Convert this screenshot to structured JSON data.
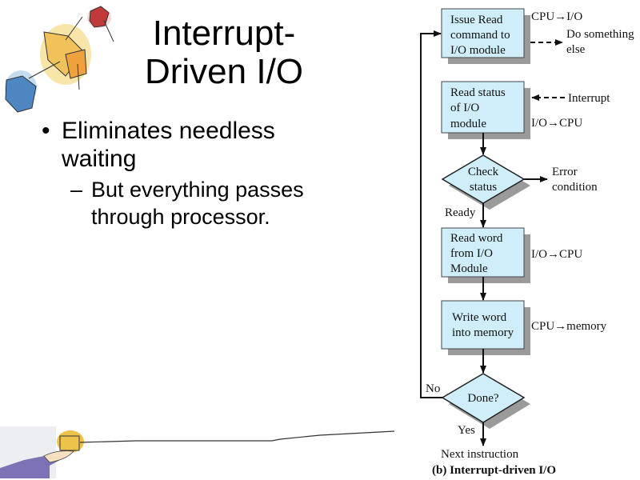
{
  "slide": {
    "title_line1": "Interrupt-",
    "title_line2": "Driven I/O",
    "bullets": [
      {
        "level": 1,
        "marker": "•",
        "text_line1": "Eliminates needless",
        "text_line2": "waiting"
      },
      {
        "level": 2,
        "marker": "–",
        "text_line1": "But everything passes",
        "text_line2": "through processor."
      }
    ]
  },
  "flowchart": {
    "fill_color": "#cfeefa",
    "shadow_color": "#9a9a9a",
    "steps": [
      {
        "lines": [
          "Issue Read",
          "command to",
          "I/O module"
        ]
      },
      {
        "lines": [
          "Read status",
          "of I/O",
          "module"
        ]
      },
      {
        "lines": [
          "Check",
          "status"
        ],
        "shape": "decision"
      },
      {
        "lines": [
          "Read word",
          "from I/O",
          "Module"
        ]
      },
      {
        "lines": [
          "Write word",
          "into memory"
        ]
      },
      {
        "lines": [
          "Done?"
        ],
        "shape": "decision"
      }
    ],
    "annotations": {
      "cpu_to_io": "CPU→I/O",
      "do_something_1": "Do something",
      "do_something_2": "else",
      "interrupt": "Interrupt",
      "io_to_cpu_1": "I/O→CPU",
      "error_1": "Error",
      "error_2": "condition",
      "ready": "Ready",
      "io_to_cpu_2": "I/O→CPU",
      "cpu_to_memory": "CPU→memory",
      "no": "No",
      "yes": "Yes",
      "next_instruction": "Next instruction"
    },
    "caption": "(b) Interrupt-driven I/O"
  }
}
